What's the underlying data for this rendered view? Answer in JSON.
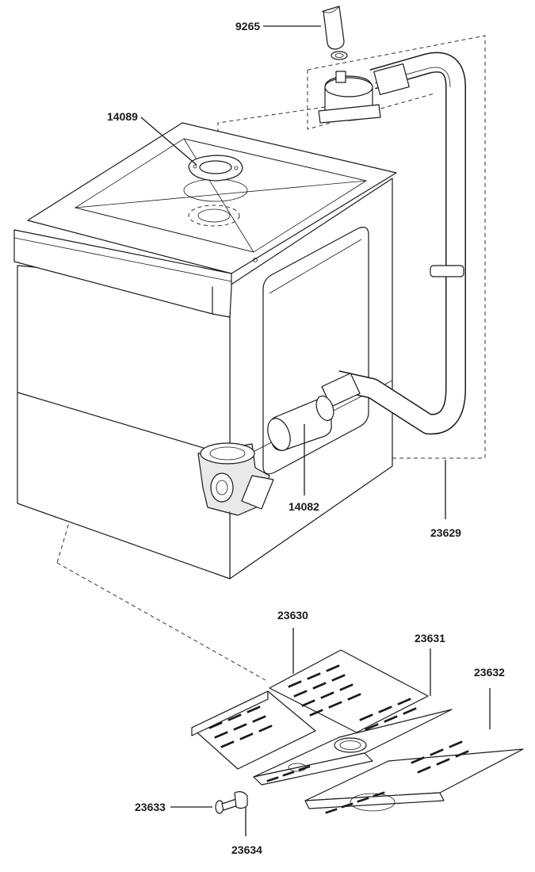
{
  "diagram": {
    "labels": {
      "pipe_9265": "9265",
      "flange_14089": "14089",
      "filter_14082": "14082",
      "drain_assembly_23629": "23629",
      "grate_23630": "23630",
      "grate_23631": "23631",
      "grate_23632": "23632",
      "screw_23633": "23633",
      "knob_23634": "23634"
    }
  }
}
